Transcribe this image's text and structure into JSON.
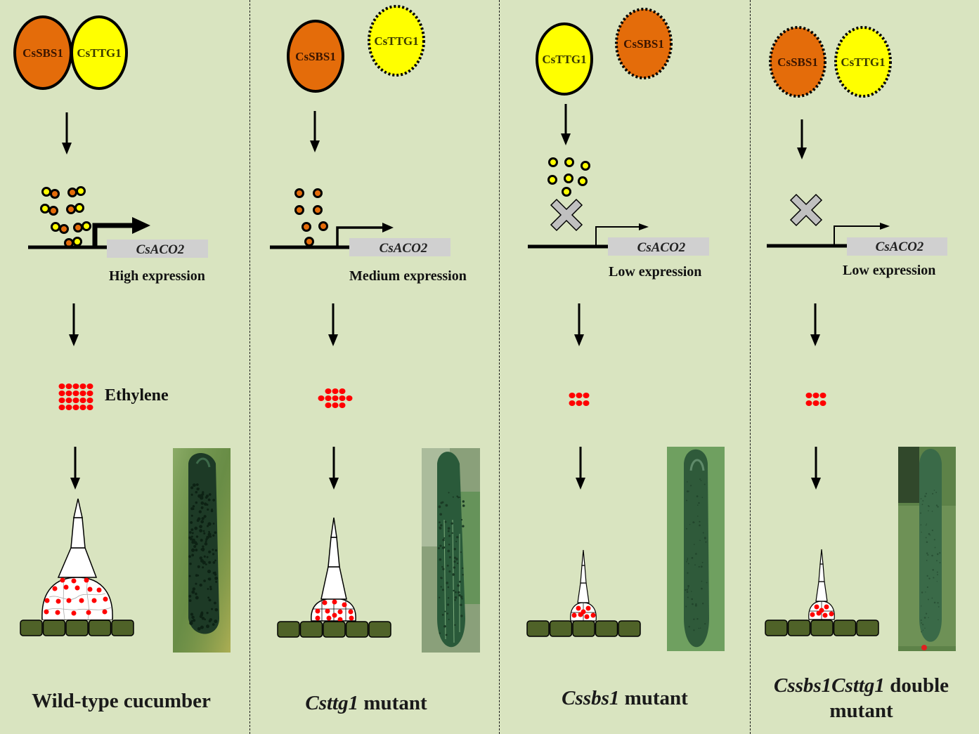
{
  "figure": {
    "background_color": "#d9e4c0",
    "colors": {
      "sbs1_protein": "#e46c0a",
      "ttg1_protein": "#ffff00",
      "ethylene": "#ff0000",
      "gene_box": "#d0d0d0",
      "epidermis_cell": "#4f6228",
      "blocked_x": "#c0c0c0"
    },
    "legend": {
      "ethylene_label": "Ethylene",
      "gene_label": "CsACO2",
      "protein_a": "CsSBS1",
      "protein_b": "CsTTG1"
    }
  },
  "panels": [
    {
      "id": "wild-type",
      "title_italic": "",
      "title_rest": "Wild-type cucumber",
      "proteins": [
        {
          "label": "CsSBS1",
          "type": "sbs1",
          "state": "present"
        },
        {
          "label": "CsTTG1",
          "type": "ttg1",
          "state": "present"
        }
      ],
      "complex": "heterodimer",
      "binding": "bound",
      "gene": "CsACO2",
      "expression_label": "High expression",
      "expression_level": "high",
      "ethylene_dot_count": 20,
      "red_dots_in_base": 17,
      "spine_size": "large",
      "fruit_photo": "warty cucumber with dense spines"
    },
    {
      "id": "csttg1",
      "title_italic": "Csttg1",
      "title_rest": " mutant",
      "proteins": [
        {
          "label": "CsSBS1",
          "type": "sbs1",
          "state": "present"
        },
        {
          "label": "CsTTG1",
          "type": "ttg1",
          "state": "absent"
        }
      ],
      "complex": "sbs1-only",
      "binding": "bound",
      "gene": "CsACO2",
      "expression_label": "Medium expression",
      "expression_level": "medium",
      "ethylene_dot_count": 11,
      "red_dots_in_base": 12,
      "spine_size": "medium",
      "fruit_photo": "cucumber with moderate spines"
    },
    {
      "id": "cssbs1",
      "title_italic": "Cssbs1",
      "title_rest": " mutant",
      "proteins": [
        {
          "label": "CsTTG1",
          "type": "ttg1",
          "state": "present"
        },
        {
          "label": "CsSBS1",
          "type": "sbs1",
          "state": "absent"
        }
      ],
      "complex": "ttg1-only",
      "binding": "blocked",
      "gene": "CsACO2",
      "expression_label": "Low expression",
      "expression_level": "low",
      "ethylene_dot_count": 6,
      "red_dots_in_base": 7,
      "spine_size": "small",
      "fruit_photo": "smooth cucumber with sparse spines"
    },
    {
      "id": "double",
      "title_italic": "Cssbs1Csttg1",
      "title_rest": " double mutant",
      "proteins": [
        {
          "label": "CsSBS1",
          "type": "sbs1",
          "state": "absent"
        },
        {
          "label": "CsTTG1",
          "type": "ttg1",
          "state": "absent"
        }
      ],
      "complex": "none",
      "binding": "blocked",
      "gene": "CsACO2",
      "expression_label": "Low expression",
      "expression_level": "low",
      "ethylene_dot_count": 6,
      "red_dots_in_base": 7,
      "spine_size": "small",
      "fruit_photo": "smooth cucumber with sparse spines"
    }
  ]
}
